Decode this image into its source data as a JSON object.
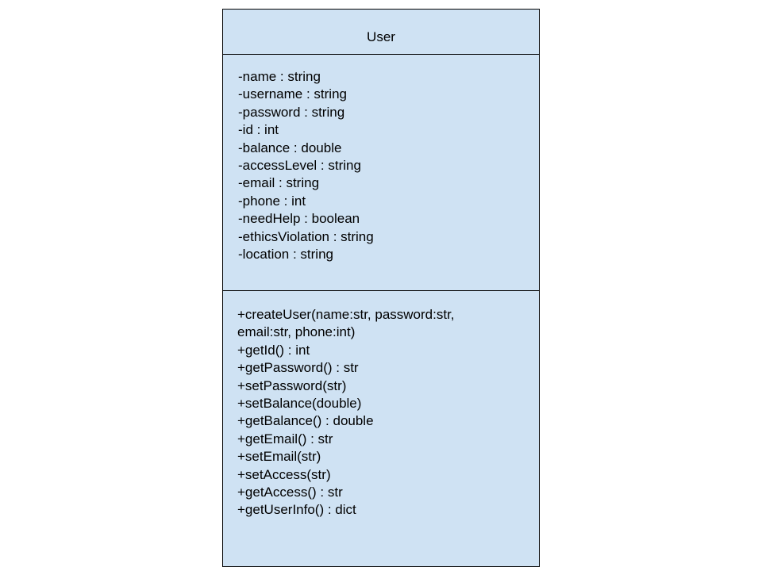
{
  "class": {
    "name": "User",
    "attributes": [
      "-name : string",
      "-username : string",
      "-password : string",
      "-id : int",
      "-balance : double",
      "-accessLevel : string",
      "-email : string",
      "-phone : int",
      "-needHelp : boolean",
      "-ethicsViolation : string",
      "-location : string"
    ],
    "methods": [
      "+createUser(name:str, password:str, email:str, phone:int)",
      "+getId() : int",
      "+getPassword() : str",
      "+setPassword(str)",
      "+setBalance(double)",
      "+getBalance() : double",
      "+getEmail() : str",
      "+setEmail(str)",
      "+setAccess(str)",
      "+getAccess() : str",
      "+getUserInfo() : dict"
    ]
  },
  "colors": {
    "fill": "#cfe2f3",
    "border": "#000000"
  }
}
